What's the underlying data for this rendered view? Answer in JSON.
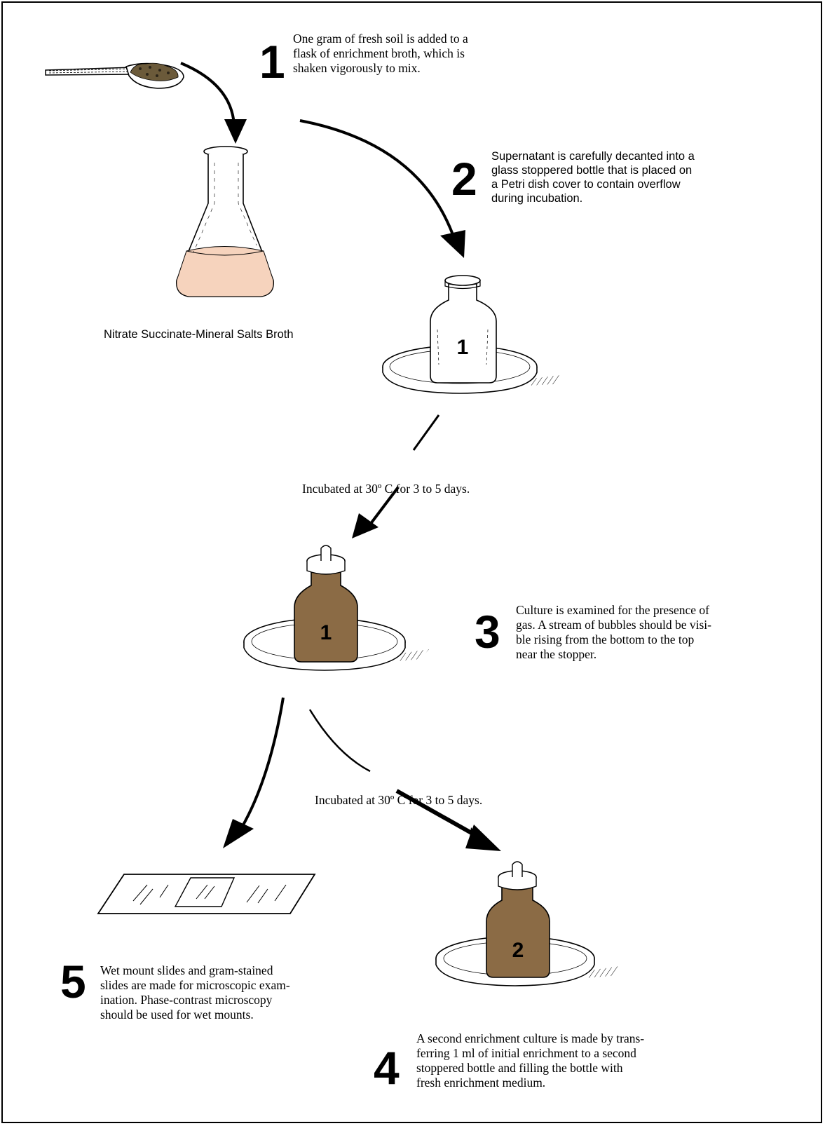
{
  "colors": {
    "broth": "#f6d3bd",
    "brown_bottle": "#8b6b45",
    "soil": "#6b5a3a",
    "line": "#000000"
  },
  "steps": [
    {
      "number": "1",
      "lines": [
        "One gram of fresh soil is added to a",
        "flask of enrichment broth, which is",
        "shaken vigorously to mix."
      ]
    },
    {
      "number": "2",
      "lines": [
        "Supernatant is carefully decanted into a",
        "glass stoppered bottle that is placed on",
        "a Petri dish cover to contain overflow",
        "during incubation."
      ]
    },
    {
      "number": "3",
      "lines": [
        "Culture is examined for the presence of",
        "gas. A stream of bubbles should be visi-",
        "ble rising from the bottom to the top",
        "near the stopper."
      ]
    },
    {
      "number": "4",
      "lines": [
        "A second enrichment culture is made by trans-",
        "ferring 1 ml of initial enrichment to a second",
        "stoppered bottle and filling the bottle with",
        "fresh enrichment medium."
      ]
    },
    {
      "number": "5",
      "lines": [
        "Wet mount slides and gram-stained",
        "slides are made for microscopic exam-",
        "ination. Phase-contrast microscopy",
        "should be used for wet mounts."
      ]
    }
  ],
  "flask_label": "Nitrate Succinate-Mineral Salts Broth",
  "incubation_labels": [
    "Incubated at 30º C for 3 to 5 days.",
    "Incubated at 30º C for 3 to 5 days."
  ],
  "bottle_labels": [
    "1",
    "1",
    "2"
  ],
  "icons": [
    "spoon-icon",
    "flask-icon",
    "bottle-icon",
    "petri-dish-icon",
    "slide-icon",
    "arrow-icon"
  ]
}
